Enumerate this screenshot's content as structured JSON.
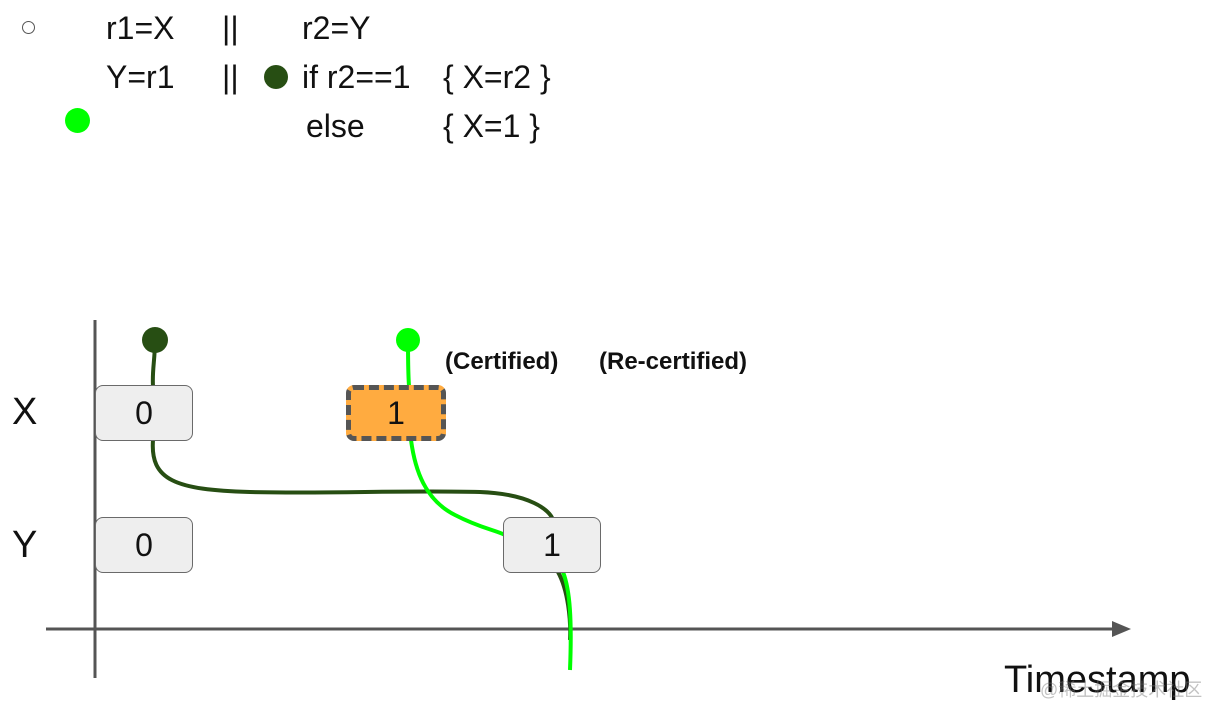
{
  "code": {
    "thread1": {
      "line1": "r1=X",
      "line2": "Y=r1"
    },
    "separator": "||",
    "thread2": {
      "line1": "r2=Y",
      "line2_cond": "if r2==1",
      "line2_then": "{ X=r2 }",
      "line3_else": "else",
      "line3_body": "{ X=1  }"
    }
  },
  "diagram": {
    "rows": {
      "x": "X",
      "y": "Y"
    },
    "axis_label": "Timestamp",
    "cells": {
      "x0": "0",
      "x1": "1",
      "y0": "0",
      "y1": "1"
    },
    "annotations": {
      "certified": "(Certified)",
      "recertified": "(Re-certified)"
    }
  },
  "watermark": "@稀土掘金技术社区",
  "colors": {
    "dark_green": "#274e13",
    "bright_green": "#00ff00",
    "highlight_orange": "#ffab40",
    "cell_fill": "#eeeeee",
    "axis": "#555555"
  }
}
